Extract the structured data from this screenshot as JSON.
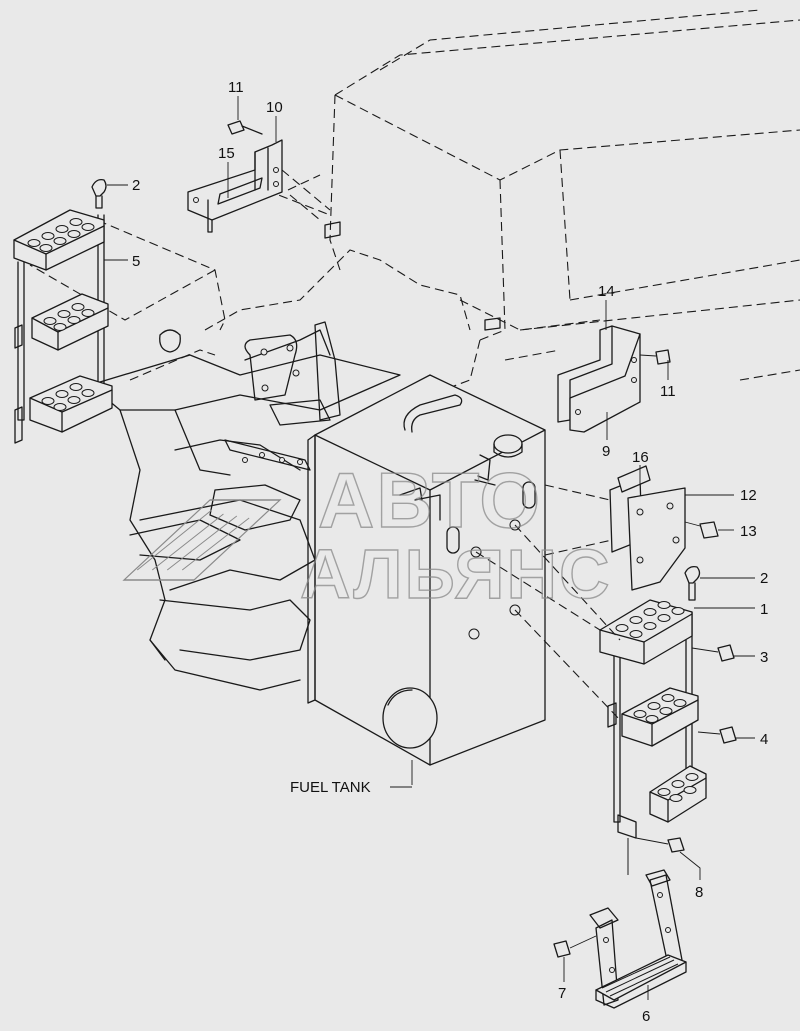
{
  "callouts": [
    {
      "id": "c11a",
      "text": "11"
    },
    {
      "id": "c10",
      "text": "10"
    },
    {
      "id": "c15",
      "text": "15"
    },
    {
      "id": "c2a",
      "text": "2"
    },
    {
      "id": "c5",
      "text": "5"
    },
    {
      "id": "c14",
      "text": "14"
    },
    {
      "id": "c11b",
      "text": "11"
    },
    {
      "id": "c9",
      "text": "9"
    },
    {
      "id": "c16",
      "text": "16"
    },
    {
      "id": "c12",
      "text": "12"
    },
    {
      "id": "c13",
      "text": "13"
    },
    {
      "id": "c2b",
      "text": "2"
    },
    {
      "id": "c1",
      "text": "1"
    },
    {
      "id": "c3",
      "text": "3"
    },
    {
      "id": "c4",
      "text": "4"
    },
    {
      "id": "c8",
      "text": "8"
    },
    {
      "id": "c7",
      "text": "7"
    },
    {
      "id": "c6",
      "text": "6"
    }
  ],
  "fuel_tank_label": "FUEL TANK",
  "watermark": {
    "line1": "АВТО",
    "line2": "АЛЬЯНС",
    "logo": "avto-alyans-logo"
  },
  "colors": {
    "background": "#e9e9e9",
    "line": "#1a1a1a",
    "watermark": "#8a8a8a"
  }
}
